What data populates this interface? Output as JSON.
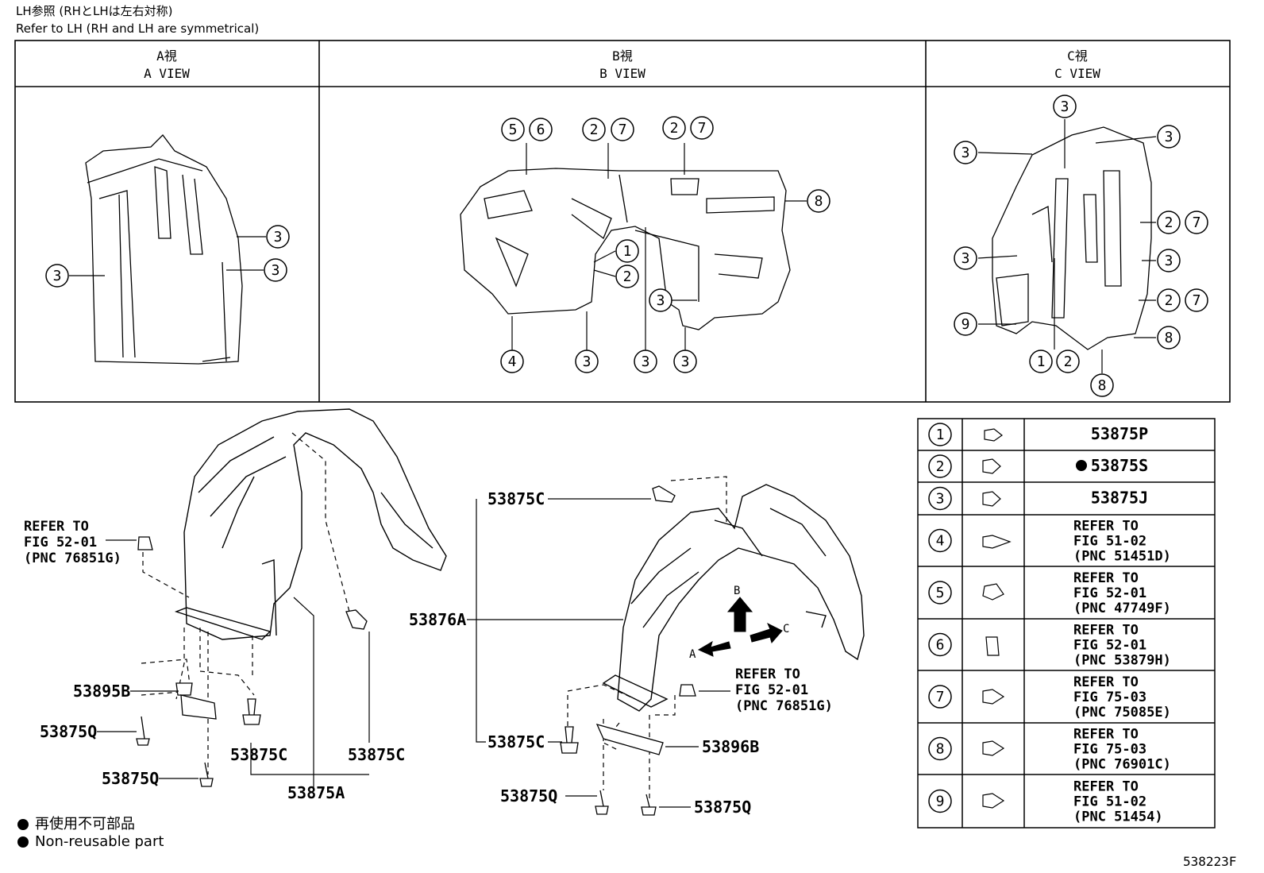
{
  "header": {
    "line1": "LH参照 (RHとLHは左右対称)",
    "line2": "Refer to LH (RH and LH are symmetrical)"
  },
  "views": [
    {
      "jp": "A視",
      "en": "A VIEW"
    },
    {
      "jp": "B視",
      "en": "B VIEW"
    },
    {
      "jp": "C視",
      "en": "C VIEW"
    }
  ],
  "callouts": {
    "a_view": [
      "3",
      "3",
      "3"
    ],
    "b_view": [
      "5",
      "6",
      "2",
      "7",
      "2",
      "7",
      "8",
      "1",
      "2",
      "3",
      "4",
      "3",
      "3",
      "3"
    ],
    "c_view": [
      "3",
      "3",
      "3",
      "2",
      "7",
      "3",
      "3",
      "2",
      "7",
      "9",
      "8",
      "1",
      "2",
      "8"
    ]
  },
  "main_labels": {
    "refer_left": [
      "REFER TO",
      "FIG 52-01",
      "(PNC 76851G)"
    ],
    "p53895B": "53895B",
    "p53875Q_1": "53875Q",
    "p53875Q_2": "53875Q",
    "p53875C_1": "53875C",
    "p53875C_2": "53875C",
    "p53875A": "53875A",
    "p53875C_3": "53875C",
    "p53876A": "53876A",
    "p53875C_4": "53875C",
    "p53875Q_3": "53875Q",
    "p53875Q_4": "53875Q",
    "p53896B": "53896B",
    "refer_mid": [
      "REFER TO",
      "FIG 52-01",
      "(PNC 76851G)"
    ],
    "arrow_b": "B",
    "arrow_a": "A",
    "arrow_c": "C"
  },
  "legend_table": [
    {
      "num": "1",
      "text": [
        "53875P"
      ]
    },
    {
      "num": "2",
      "text": [
        "53875S"
      ],
      "non_reusable": true
    },
    {
      "num": "3",
      "text": [
        "53875J"
      ]
    },
    {
      "num": "4",
      "text": [
        "REFER TO",
        "FIG 51-02",
        "(PNC 51451D)"
      ]
    },
    {
      "num": "5",
      "text": [
        "REFER TO",
        "FIG 52-01",
        "(PNC 47749F)"
      ]
    },
    {
      "num": "6",
      "text": [
        "REFER TO",
        "FIG 52-01",
        "(PNC 53879H)"
      ]
    },
    {
      "num": "7",
      "text": [
        "REFER TO",
        "FIG 75-03",
        "(PNC 75085E)"
      ]
    },
    {
      "num": "8",
      "text": [
        "REFER TO",
        "FIG 75-03",
        "(PNC 76901C)"
      ]
    },
    {
      "num": "9",
      "text": [
        "REFER TO",
        "FIG 51-02",
        "(PNC 51454)"
      ]
    }
  ],
  "footer": {
    "note_jp": "再使用不可部品",
    "note_en": "Non-reusable part",
    "code": "538223F"
  }
}
